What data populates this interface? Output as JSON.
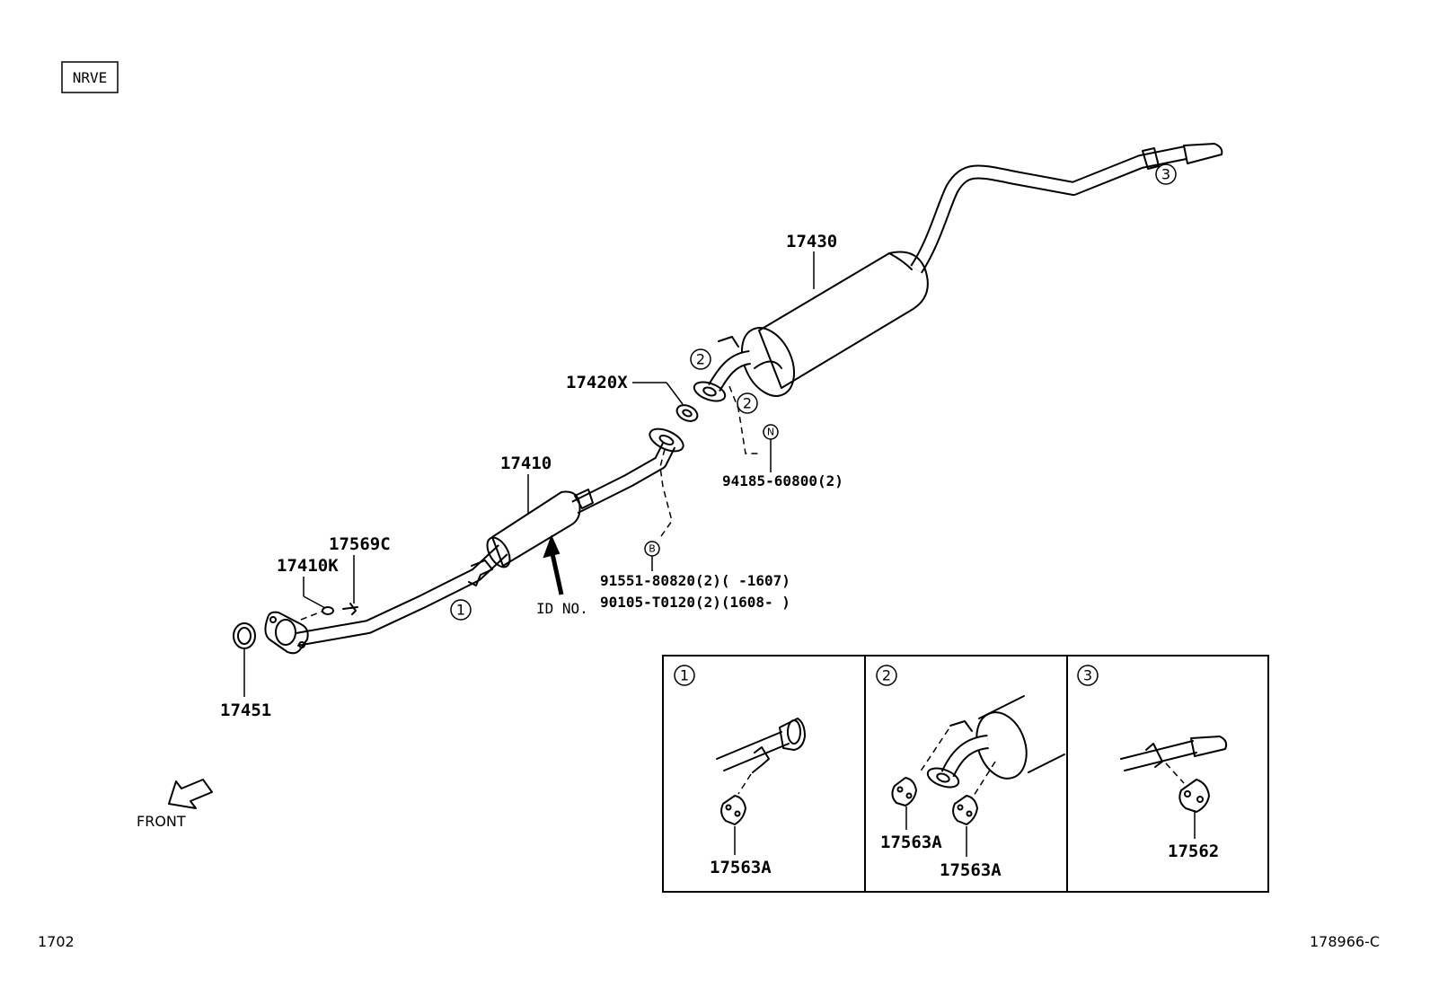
{
  "code_box": "NRVE",
  "parts": {
    "p17430": "17430",
    "p17420x": "17420X",
    "p17410": "17410",
    "p17569c": "17569C",
    "p17410k": "17410K",
    "p17451": "17451",
    "p94185": "94185-60800(2)",
    "p91551": "91551-80820(2)(     -1607)",
    "p90105": "90105-T0120(2)(1608-     )"
  },
  "markers": {
    "n": "N",
    "b": "B",
    "c1": "1",
    "c2": "2",
    "c3": "3"
  },
  "id_no": "ID NO.",
  "front": "FRONT",
  "detail": {
    "panel1": {
      "number": "1",
      "part": "17563A"
    },
    "panel2": {
      "number": "2",
      "part_a": "17563A",
      "part_b": "17563A"
    },
    "panel3": {
      "number": "3",
      "part": "17562"
    }
  },
  "footer": {
    "left": "1702",
    "right": "178966-C"
  }
}
